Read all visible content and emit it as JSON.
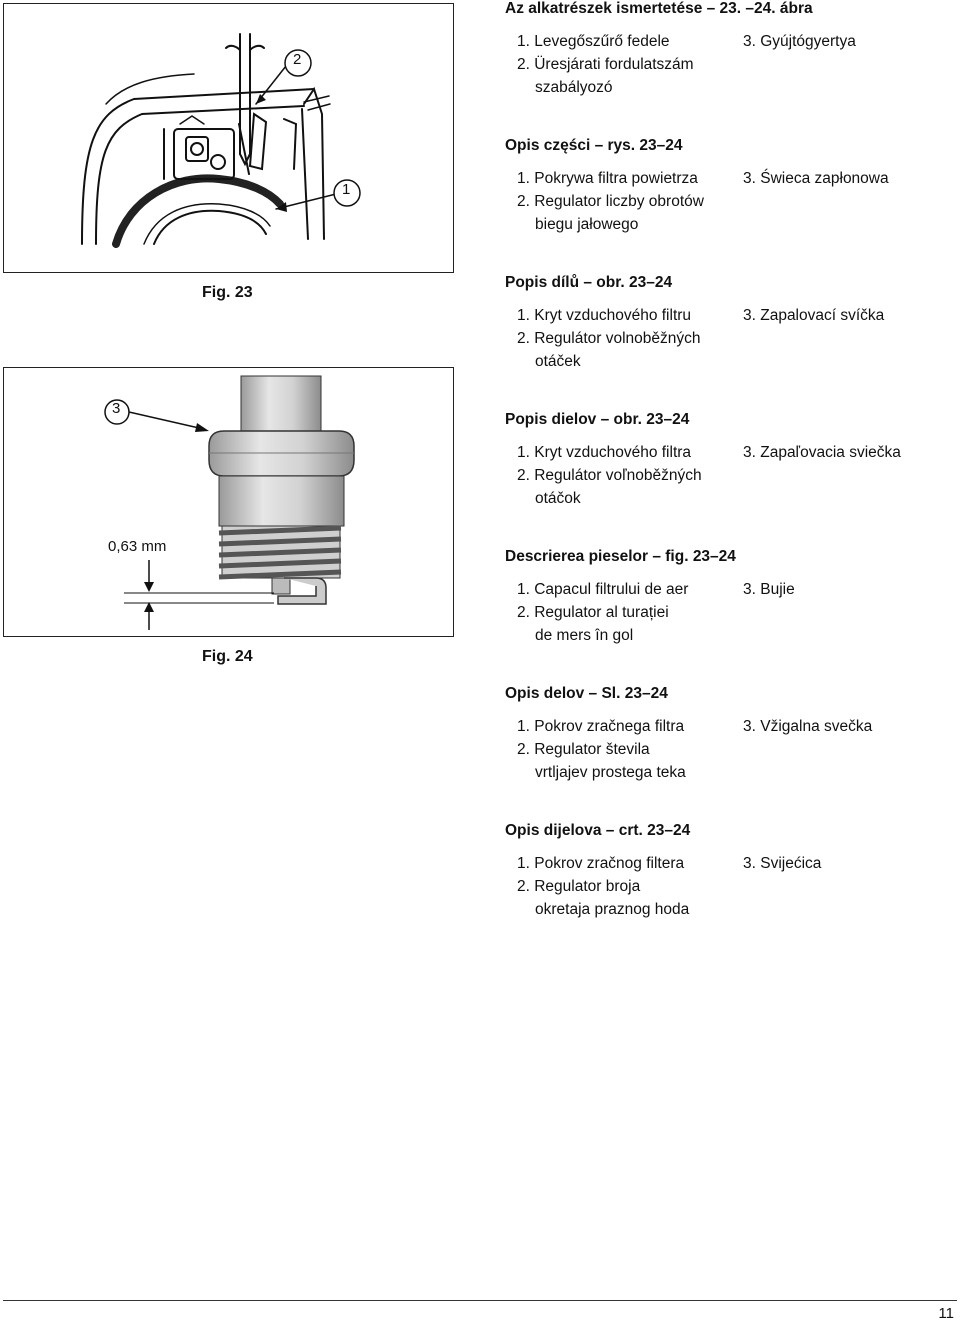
{
  "figures": {
    "fig23": {
      "caption": "Fig. 23",
      "callout_1": "1",
      "callout_2": "2"
    },
    "fig24": {
      "caption": "Fig. 24",
      "callout_3": "3",
      "gap_label": "0,63 mm"
    }
  },
  "sections": [
    {
      "title": "Az alkatrészek ismertetése – 23. –24. ábra",
      "items": [
        "1. Levegőszűrő fedele",
        "2. Üresjárati fordulatszám",
        "szabályozó",
        "3. Gyújtógyertya"
      ]
    },
    {
      "title": "Opis części – rys. 23–24",
      "items": [
        "1. Pokrywa filtra powietrza",
        "2. Regulator liczby obrotów",
        "biegu jałowego",
        "3. Świeca zapłonowa"
      ]
    },
    {
      "title": "Popis dílů – obr. 23–24",
      "items": [
        "1. Kryt vzduchového filtru",
        "2. Regulátor volnoběžných",
        "otáček",
        "3. Zapalovací svíčka"
      ]
    },
    {
      "title": "Popis dielov – obr. 23–24",
      "items": [
        "1. Kryt vzduchového filtra",
        "2. Regulátor voľnoběžných",
        "otáčok",
        "3. Zapaľovacia sviečka"
      ]
    },
    {
      "title": "Descrierea pieselor – fig. 23–24",
      "items": [
        "1. Capacul filtrului de aer",
        "2. Regulator al turației",
        "de mers în gol",
        "3. Bujie"
      ]
    },
    {
      "title": "Opis delov – Sl. 23–24",
      "items": [
        "1. Pokrov zračnega filtra",
        "2. Regulator števila",
        "vrtljajev prostega teka",
        "3. Vžigalna svečka"
      ]
    },
    {
      "title": "Opis dijelova – crt. 23–24",
      "items": [
        "1. Pokrov zračnog filtera",
        "2. Regulator broja",
        "okretaja praznog hoda",
        "3. Svijećica"
      ]
    }
  ],
  "page_number": "11"
}
